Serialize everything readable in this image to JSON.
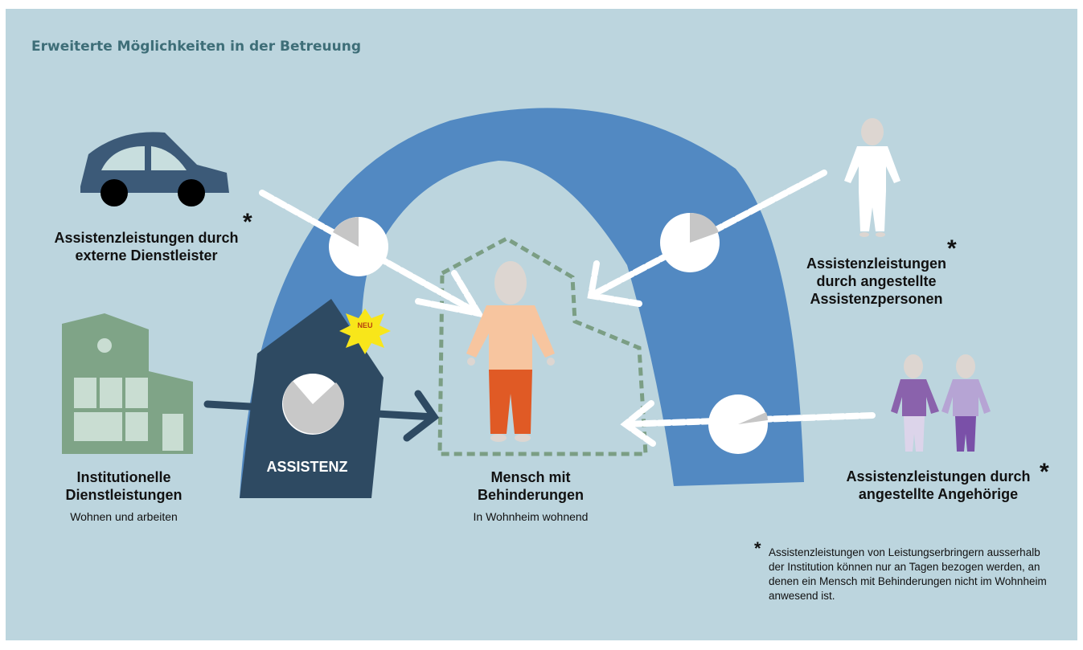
{
  "title": "Erweiterte Möglichkeiten in der Betreuung",
  "labels": {
    "external": "Assistenzleistungen durch externe Dienstleister",
    "employed": "Assistenzleistungen durch angestellte Assistenzpersonen",
    "relatives": "Assistenzleistungen durch angestellte Angehörige",
    "institutional": "Institutionelle Dienstleistungen",
    "institutional_sub": "Wohnen und arbeiten",
    "person": "Mensch mit Behinderungen",
    "person_sub": "In Wohnheim wohnend",
    "assistenz": "ASSISTENZ",
    "neu": "NEU",
    "star": "*"
  },
  "footnote": "Assistenzleistungen von Leistungserbringern ausserhalb der Institution können nur an Tagen bezogen werden, an denen ein Mensch mit Behinderungen nicht im Wohnheim anwesend ist.",
  "colors": {
    "background": "#bcd5de",
    "arch": "#5289c2",
    "assistenz_block": "#2e4a62",
    "title": "#3e6e78",
    "person_shirt": "#f7c59f",
    "person_pants": "#e05a25",
    "building": "#7fa487",
    "car": "#3c5a78",
    "burst": "#f8e61a"
  },
  "icons": [
    "car-icon",
    "building-icon",
    "white-person-icon",
    "two-persons-icon",
    "person-icon",
    "house-outline-icon",
    "neu-burst-icon",
    "pie-clock-icon"
  ]
}
